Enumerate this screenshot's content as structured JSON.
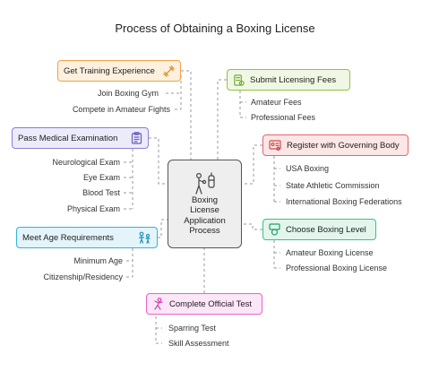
{
  "title": "Process of Obtaining a Boxing License",
  "center": {
    "lines": [
      "Boxing",
      "License",
      "Application",
      "Process"
    ],
    "icon": "boxer-punching-bag-icon"
  },
  "branches": [
    {
      "label": "Get Training Experience",
      "icon": "dumbbell-icon",
      "color": "#f0a34a",
      "fill": "#fdf0df",
      "items": [
        "Join Boxing Gym",
        "Compete in Amateur Fights"
      ]
    },
    {
      "label": "Submit Licensing Fees",
      "icon": "money-receipt-icon",
      "color": "#8cc63f",
      "fill": "#f0f8e4",
      "items": [
        "Amateur Fees",
        "Professional Fees"
      ]
    },
    {
      "label": "Pass Medical Examination",
      "icon": "clipboard-icon",
      "color": "#8b7fd4",
      "fill": "#ecebf9",
      "items": [
        "Neurological Exam",
        "Eye Exam",
        "Blood Test",
        "Physical Exam"
      ]
    },
    {
      "label": "Register with Governing Body",
      "icon": "id-card-icon",
      "color": "#e5666b",
      "fill": "#fce6e6",
      "items": [
        "USA Boxing",
        "State Athletic Commission",
        "International Boxing Federations"
      ]
    },
    {
      "label": "Meet Age Requirements",
      "icon": "people-icon",
      "color": "#35b3d6",
      "fill": "#e3f4fa",
      "items": [
        "Minimum Age",
        "Citizenship/Residency"
      ]
    },
    {
      "label": "Choose Boxing Level",
      "icon": "medal-icon",
      "color": "#3dbf88",
      "fill": "#e2f6ec",
      "items": [
        "Amateur Boxing License",
        "Professional Boxing License"
      ]
    },
    {
      "label": "Complete Official Test",
      "icon": "fighter-icon",
      "color": "#e565c9",
      "fill": "#fce6f7",
      "items": [
        "Sparring Test",
        "Skill Assessment"
      ]
    }
  ]
}
